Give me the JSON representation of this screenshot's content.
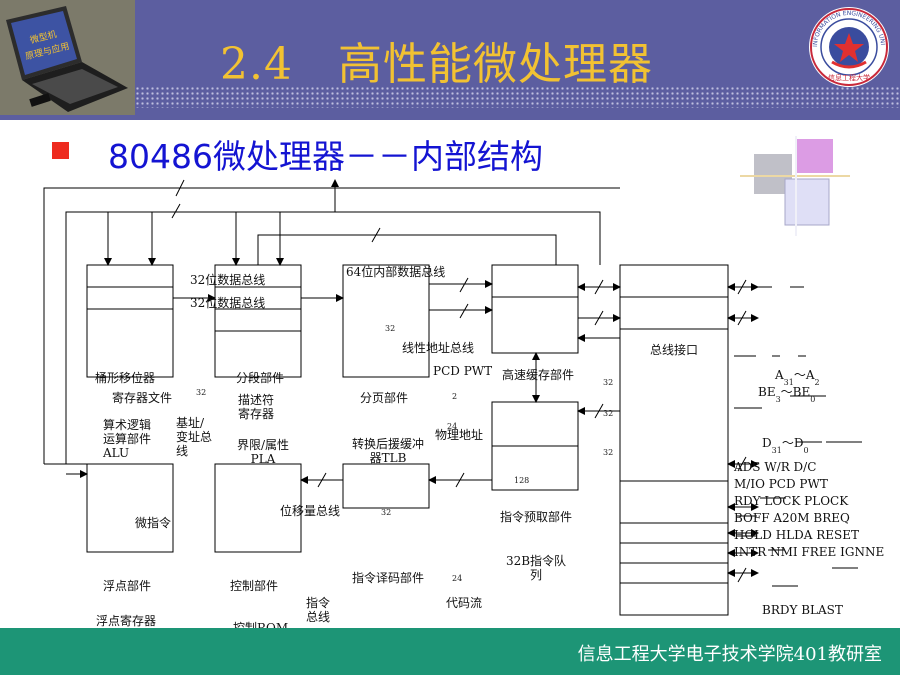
{
  "slide": {
    "title": "2.4　高性能微处理器",
    "subtitle": "80486微处理器－－内部结构",
    "laptop_screen_text": "微型机\n原理与应用",
    "footer": "信息工程大学电子技术学院401教研室",
    "logo_ring_text": "INFORMATION ENGINEERING UNIVERSITY",
    "logo_bottom_text": "信息工程大学"
  },
  "colors": {
    "header_bg": "#5c5ea0",
    "title": "#f2c232",
    "bullet": "#ee2b1f",
    "subtitle": "#1414d2",
    "footer_bg": "#1d9576"
  },
  "diagram": {
    "labels": {
      "bus32_a": "32位数据总线",
      "bus32_b": "32位数据总线",
      "bus64": "64位内部数据总线",
      "linear_addr_bus": "线性地址总线",
      "pcd_pwt": "PCD PWT",
      "cache_unit": "高速缓存部件",
      "bus_interface": "总线接口",
      "shift_unit": "桶形移位器",
      "register_file": "寄存器文件",
      "alu": "算术逻辑运算部件ALU",
      "segment_unit": "分段部件",
      "descriptor_reg": "描述符寄存器",
      "limit_attr_pla": "界限/属性PLA",
      "base_var_bus": "基址/变址总线",
      "paging_unit": "分页部件",
      "tlb": "转换后援缓冲器TLB",
      "physical_addr": "物理地址",
      "microinstruction": "微指令",
      "displacement_bus": "位移量总线",
      "prefetch_unit": "指令预取部件",
      "queue_32b": "32B指令队列",
      "fpu": "浮点部件",
      "fpu_regs": "浮点寄存器",
      "control_unit": "控制部件",
      "control_rom": "控制ROM",
      "instr_bus": "指令总线",
      "decode_unit": "指令译码部件",
      "code_stream": "代码流",
      "num32": "32",
      "num2": "2",
      "num24": "24",
      "num128": "128",
      "pin_a": "A",
      "pin_a_range": "～A",
      "pin_a_sub31": "31",
      "pin_a_sub2": "2",
      "pin_be": "BE",
      "pin_be_range": "～BE",
      "pin_be_sub3": "3",
      "pin_be_sub0": "0",
      "pin_d": "D",
      "pin_d_range": "～D",
      "pin_d_sub31": "31",
      "pin_d_sub0": "0",
      "sig1": "ADS W/R D/C",
      "sig2": "M/IO PCD PWT",
      "sig3": "RDY LOCK PLOCK",
      "sig4": "BOFF A20M BREQ",
      "sig5": "HOLD HLDA RESET",
      "sig6": "INTR NMI FREE IGNNE",
      "sig7": "BRDY BLAST"
    }
  }
}
